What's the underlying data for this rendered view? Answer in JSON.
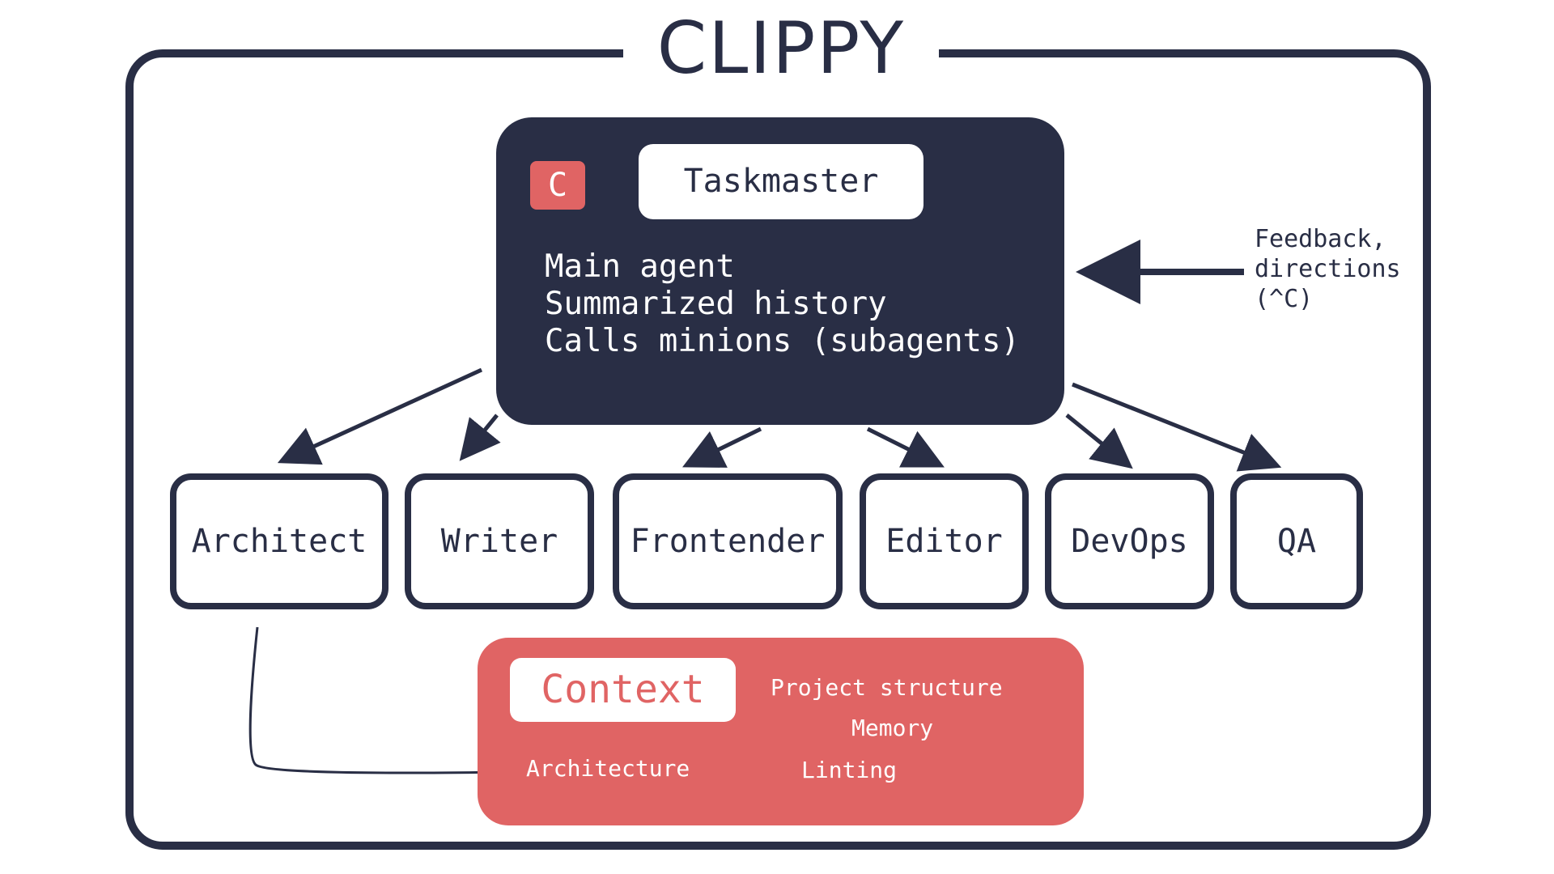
{
  "title": "CLIPPY",
  "taskmaster": {
    "badge": "C",
    "label": "Taskmaster",
    "lines": [
      "Main agent",
      "Summarized history",
      "Calls minions (subagents)"
    ]
  },
  "feedback": {
    "lines": [
      "Feedback,",
      "directions",
      "(^C)"
    ]
  },
  "agents": [
    "Architect",
    "Writer",
    "Frontender",
    "Editor",
    "DevOps",
    "QA"
  ],
  "context": {
    "label": "Context",
    "items": {
      "project_structure": "Project structure",
      "memory": "Memory",
      "architecture": "Architecture",
      "linting": "Linting"
    }
  },
  "colors": {
    "navy": "#292e45",
    "accent": "#e06464",
    "background": "#ffffff"
  }
}
